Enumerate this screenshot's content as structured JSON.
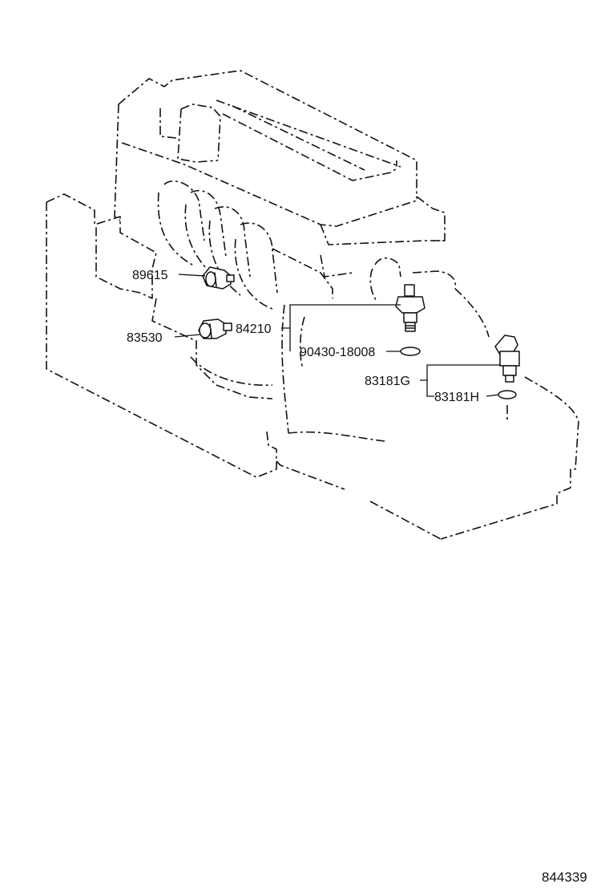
{
  "labels": {
    "p89615": "89615",
    "p83530": "83530",
    "p84210": "84210",
    "p90430": "90430-18008",
    "p83181g": "83181G",
    "p83181h": "83181H"
  },
  "figure_ref": "844339",
  "colors": {
    "line": "#111111",
    "background": "#ffffff"
  }
}
